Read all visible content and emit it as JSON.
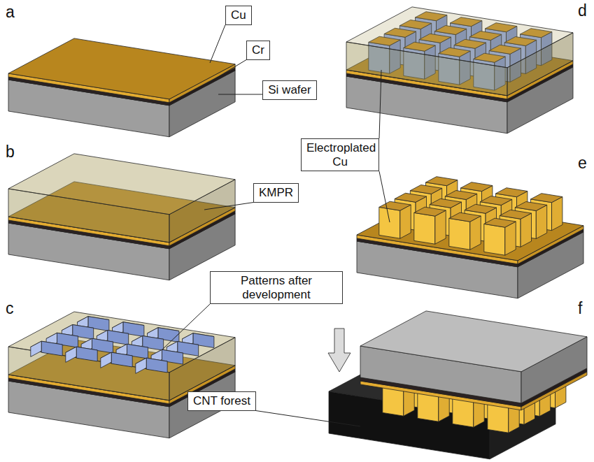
{
  "diagram": {
    "nodes": [
      {
        "text": [
          "Cu"
        ]
      },
      {
        "text": [
          "Cr"
        ]
      },
      {
        "text": [
          "Si wafer"
        ]
      },
      {
        "text": [
          "KMPR"
        ]
      },
      {
        "text": [
          "Patterns after development"
        ]
      },
      {
        "text": [
          "Electroplated Cu"
        ]
      },
      {
        "text": [
          "CNT forest"
        ]
      }
    ],
    "labels": [
      "a",
      "b",
      "c",
      "d",
      "e",
      "f"
    ]
  }
}
